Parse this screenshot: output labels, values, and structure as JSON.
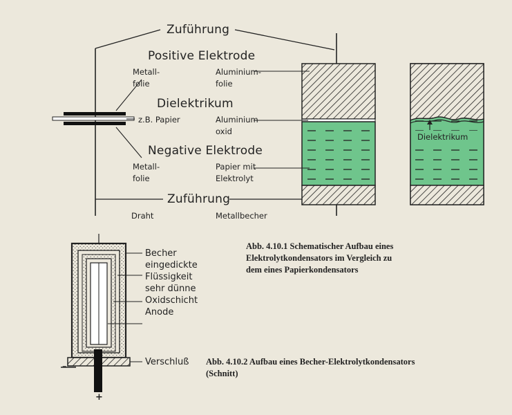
{
  "fig1": {
    "zufuehrung_top": "Zuführung",
    "positive_elektrode": "Positive Elektrode",
    "metallfolie_top": "Metall-\nfolie",
    "aluminiumfolie": "Aluminium-\nfolie",
    "dielektrikum": "Dielektrikum",
    "papier": "z.B. Papier",
    "aluminiumoxid": "Aluminium-\noxid",
    "negative_elektrode": "Negative Elektrode",
    "metallfolie_bottom": "Metall-\nfolie",
    "papier_elektrolyt": "Papier mit\nElektrolyt",
    "zufuehrung_bottom": "Zuführung",
    "draht": "Draht",
    "metallbecher": "Metallbecher",
    "dielektrikum_inset": "Dielektrikum",
    "caption": "Abb. 4.10.1  Schematischer Aufbau eines\nElektrolytkondensators im Vergleich zu\ndem eines Papierkondensators"
  },
  "fig2": {
    "labels": "Becher\neingedickte\nFlüssigkeit\nsehr dünne\nOxidschicht\nAnode",
    "verschluss": "Verschluß",
    "minus": "–",
    "plus": "+",
    "caption": "Abb. 4.10.2  Aufbau eines Becher-Elektrolytkondensators\n(Schnitt)"
  },
  "colors": {
    "paper": "#ece8dc",
    "green": "#6fc58c",
    "ink": "#222222"
  }
}
